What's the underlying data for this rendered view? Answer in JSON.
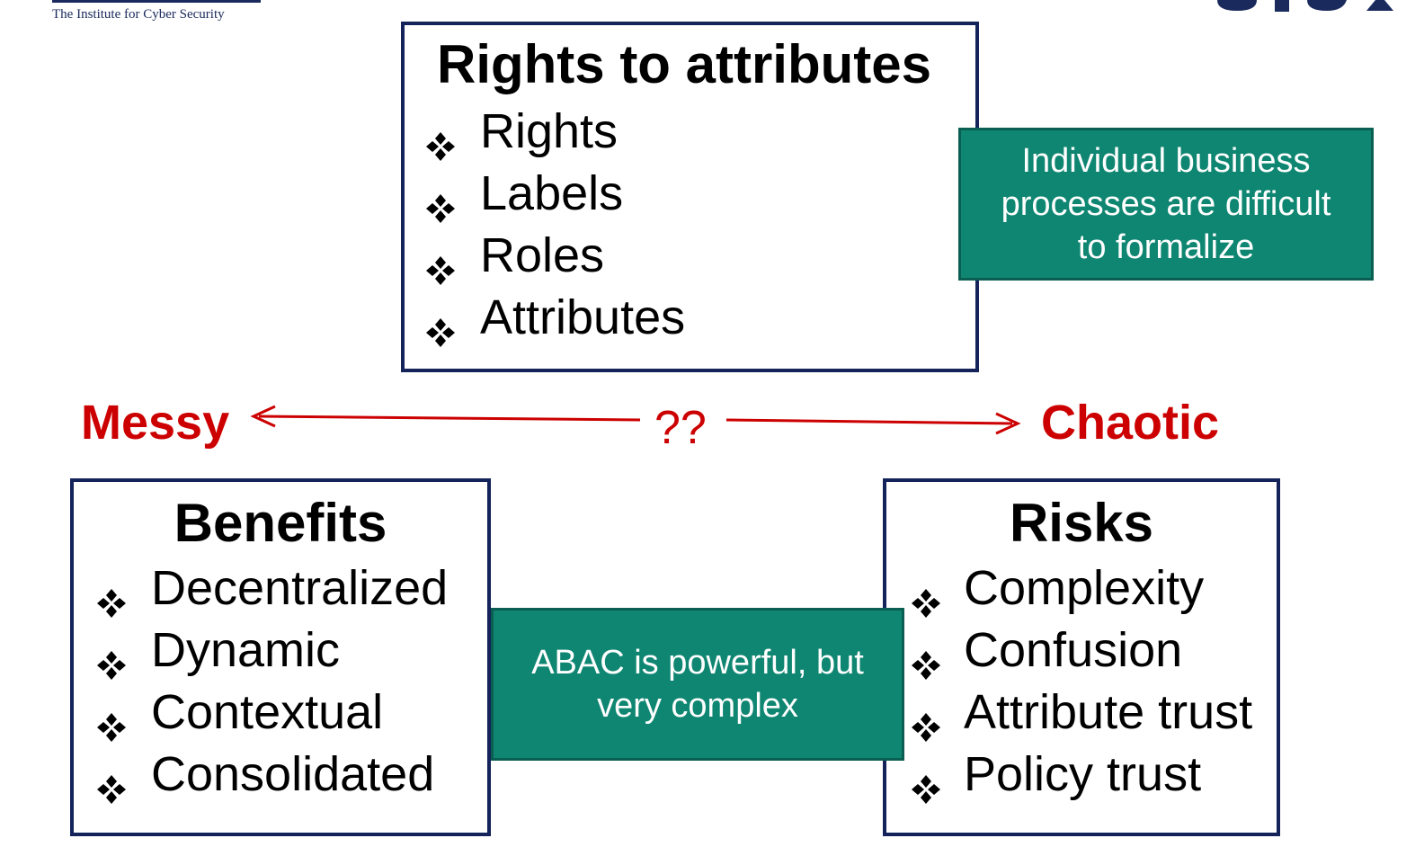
{
  "header": {
    "institute_tagline": "The Institute for Cyber Security"
  },
  "rights_box": {
    "title": "Rights to attributes",
    "items": [
      "Rights",
      "Labels",
      "Roles",
      "Attributes"
    ]
  },
  "spectrum": {
    "left_label": "Messy",
    "center_label": "??",
    "right_label": "Chaotic"
  },
  "benefits_box": {
    "title": "Benefits",
    "items": [
      "Decentralized",
      "Dynamic",
      "Contextual",
      "Consolidated"
    ]
  },
  "risks_box": {
    "title": "Risks",
    "items": [
      "Complexity",
      "Confusion",
      "Attribute trust",
      "Policy trust"
    ]
  },
  "notes": {
    "business_lines": [
      "Individual business",
      "processes are difficult",
      "to formalize"
    ],
    "abac_lines": [
      "ABAC is powerful, but",
      "very complex"
    ]
  },
  "colors": {
    "box_border": "#14235a",
    "callout_fill": "#0f8672",
    "spectrum_red": "#cc0000"
  },
  "icons": {
    "bullet": "four-diamond-bullet-icon",
    "arrow_left": "arrow-left-icon",
    "arrow_right": "arrow-right-icon"
  }
}
